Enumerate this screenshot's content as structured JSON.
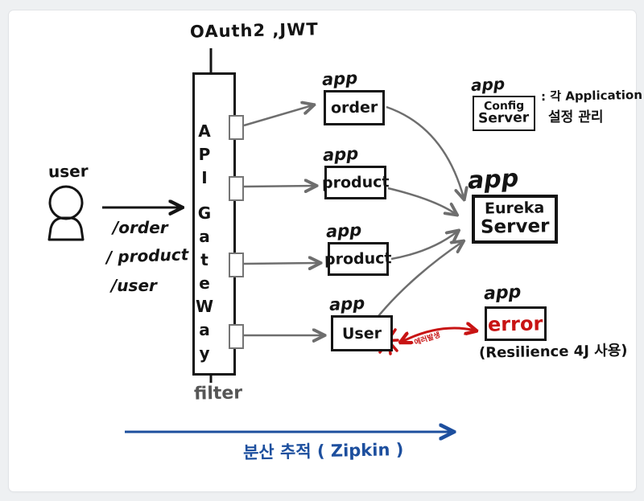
{
  "diagram": {
    "auth_label": "OAuth2 ,JWT",
    "user": {
      "label": "user"
    },
    "routes": [
      "/order",
      "/ product",
      "/user"
    ],
    "gateway": {
      "word1": "API",
      "word2": "GateWay",
      "filter_label": "filter"
    },
    "apps": [
      {
        "tag": "app",
        "name": "order"
      },
      {
        "tag": "app",
        "name": "product"
      },
      {
        "tag": "app",
        "name": "product"
      },
      {
        "tag": "app",
        "name": "User"
      }
    ],
    "eureka": {
      "tag": "app",
      "line1": "Eureka",
      "line2": "Server"
    },
    "config": {
      "tag": "app",
      "line1": "Config",
      "line2": "Server",
      "note_line1": ": 각 Application",
      "note_line2": "설정 관리"
    },
    "error": {
      "tag": "app",
      "name": "error",
      "note": "(Resilience 4J 사용)",
      "arrow_label": "에러발생"
    },
    "zipkin": {
      "label": "분산 추적 ( Zipkin )"
    },
    "colors": {
      "ink": "#141414",
      "gray_arrow": "#6e6e6e",
      "port_gray": "#757575",
      "red": "#c81414",
      "blue": "#1d4f9e"
    }
  }
}
